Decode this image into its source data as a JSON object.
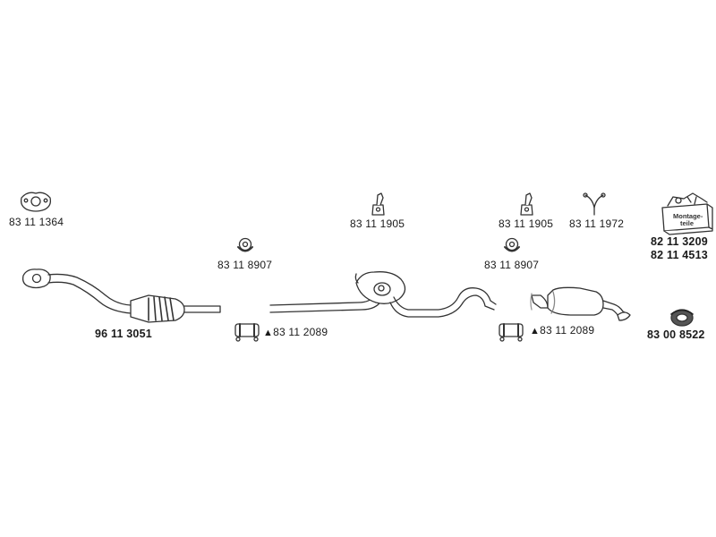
{
  "colors": {
    "stroke": "#333333",
    "fill": "#ffffff",
    "shade": "#9a9a9a",
    "text": "#1a1a1a"
  },
  "parts": {
    "flange_gasket": "83 11 1364",
    "clamp_left": "83 11 8907",
    "clamp_right": "83 11 8907",
    "rubber_mount_center": "83 11 1905",
    "rubber_mount_right": "83 11 1905",
    "y_bracket": "83 11 1972",
    "mounting_kit_1": "82 11 3209",
    "mounting_kit_2": "82 11 4513",
    "front_pipe_catalyst": "96 11 3051",
    "sleeve_left": "83 11 2089",
    "sleeve_right": "83 11 2089",
    "rubber_ring": "83 00 8522"
  },
  "labels": {
    "triangle": "▲",
    "kit_text_1": "Montage-",
    "kit_text_2": "teile"
  }
}
